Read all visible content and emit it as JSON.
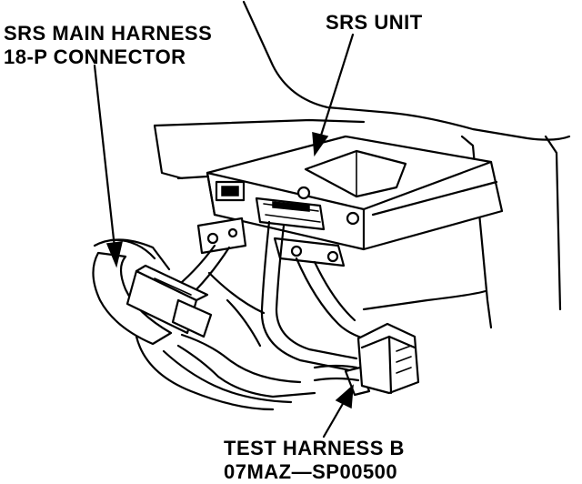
{
  "labels": {
    "main_harness_line1": "SRS MAIN HARNESS",
    "main_harness_line2": "18-P CONNECTOR",
    "srs_unit": "SRS UNIT",
    "test_harness_line1": "TEST HARNESS B",
    "test_harness_line2": "07MAZ—SP00500"
  },
  "colors": {
    "ink": "#000000",
    "paper": "#ffffff"
  }
}
